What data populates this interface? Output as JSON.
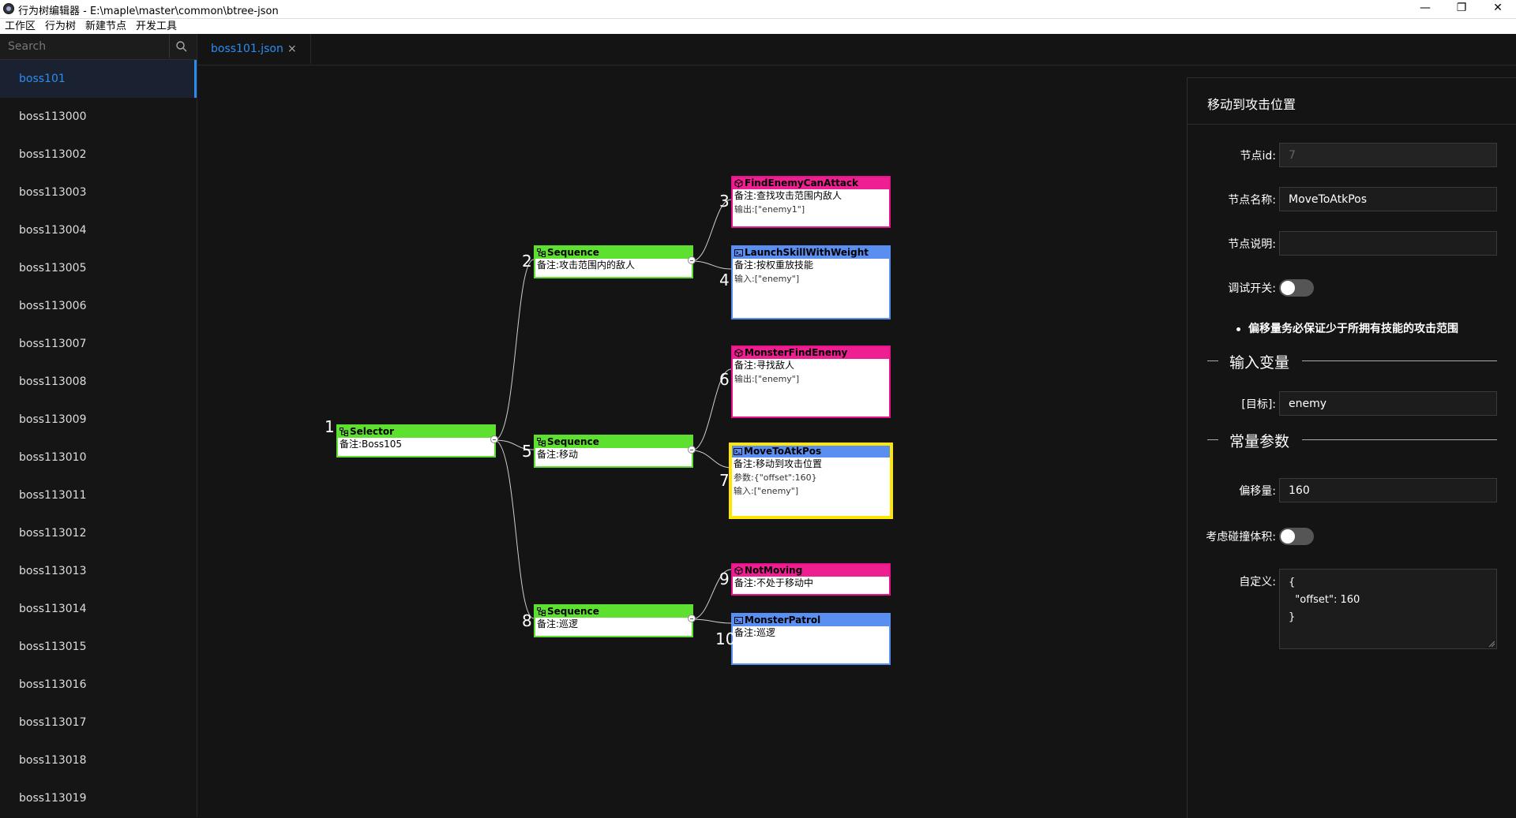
{
  "window": {
    "title": "行为树编辑器 - E:\\maple\\master\\common\\btree-json",
    "minimize": "—",
    "maximize": "❐",
    "close": "✕"
  },
  "menu": [
    "工作区",
    "行为树",
    "新建节点",
    "开发工具"
  ],
  "sidebar": {
    "search_placeholder": "Search",
    "files": [
      "boss101",
      "boss113000",
      "boss113002",
      "boss113003",
      "boss113004",
      "boss113005",
      "boss113006",
      "boss113007",
      "boss113008",
      "boss113009",
      "boss113010",
      "boss113011",
      "boss113012",
      "boss113013",
      "boss113014",
      "boss113015",
      "boss113016",
      "boss113017",
      "boss113018",
      "boss113019"
    ],
    "active_index": 0
  },
  "tabs": [
    {
      "label": "boss101.json",
      "close": "×"
    }
  ],
  "tree": {
    "nodes": [
      {
        "num": "1",
        "title": "Selector",
        "lines": [
          "备注:Boss105"
        ],
        "kind": "composite"
      },
      {
        "num": "2",
        "title": "Sequence",
        "lines": [
          "备注:攻击范围内的敌人"
        ],
        "kind": "composite"
      },
      {
        "num": "3",
        "title": "FindEnemyCanAttack",
        "lines": [
          "备注:查找攻击范围内敌人",
          "输出:[\"enemy1\"]"
        ],
        "kind": "condition"
      },
      {
        "num": "4",
        "title": "LaunchSkillWithWeight",
        "lines": [
          "备注:按权重放技能",
          "输入:[\"enemy\"]"
        ],
        "kind": "action"
      },
      {
        "num": "5",
        "title": "Sequence",
        "lines": [
          "备注:移动"
        ],
        "kind": "composite"
      },
      {
        "num": "6",
        "title": "MonsterFindEnemy",
        "lines": [
          "备注:寻找敌人",
          "输出:[\"enemy\"]"
        ],
        "kind": "condition"
      },
      {
        "num": "7",
        "title": "MoveToAtkPos",
        "lines": [
          "备注:移动到攻击位置",
          "参数:{\"offset\":160}",
          "输入:[\"enemy\"]"
        ],
        "kind": "action",
        "selected": true
      },
      {
        "num": "8",
        "title": "Sequence",
        "lines": [
          "备注:巡逻"
        ],
        "kind": "composite"
      },
      {
        "num": "9",
        "title": "NotMoving",
        "lines": [
          "备注:不处于移动中"
        ],
        "kind": "condition"
      },
      {
        "num": "10",
        "title": "MonsterPatrol",
        "lines": [
          "备注:巡逻"
        ],
        "kind": "action"
      }
    ],
    "colors": {
      "composite": "#5de02f",
      "condition": "#ee1f91",
      "action": "#5a8ef0",
      "selected": "#ffe600"
    }
  },
  "inspector": {
    "title": "移动到攻击位置",
    "node_id": {
      "label": "节点id:",
      "value": "7"
    },
    "node_name": {
      "label": "节点名称:",
      "value": "MoveToAtkPos"
    },
    "node_desc": {
      "label": "节点说明:",
      "value": ""
    },
    "debug": {
      "label": "调试开关:",
      "on": false
    },
    "tip": "偏移量务必保证少于所拥有技能的攻击范围",
    "input_section": "输入变量",
    "target": {
      "label": "[目标]:",
      "value": "enemy"
    },
    "const_section": "常量参数",
    "offset": {
      "label": "偏移量:",
      "value": "160"
    },
    "collide": {
      "label": "考虑碰撞体积:",
      "on": false
    },
    "custom": {
      "label": "自定义:",
      "value": "{\n  \"offset\": 160\n}"
    }
  },
  "accent": "#2d8cf0"
}
